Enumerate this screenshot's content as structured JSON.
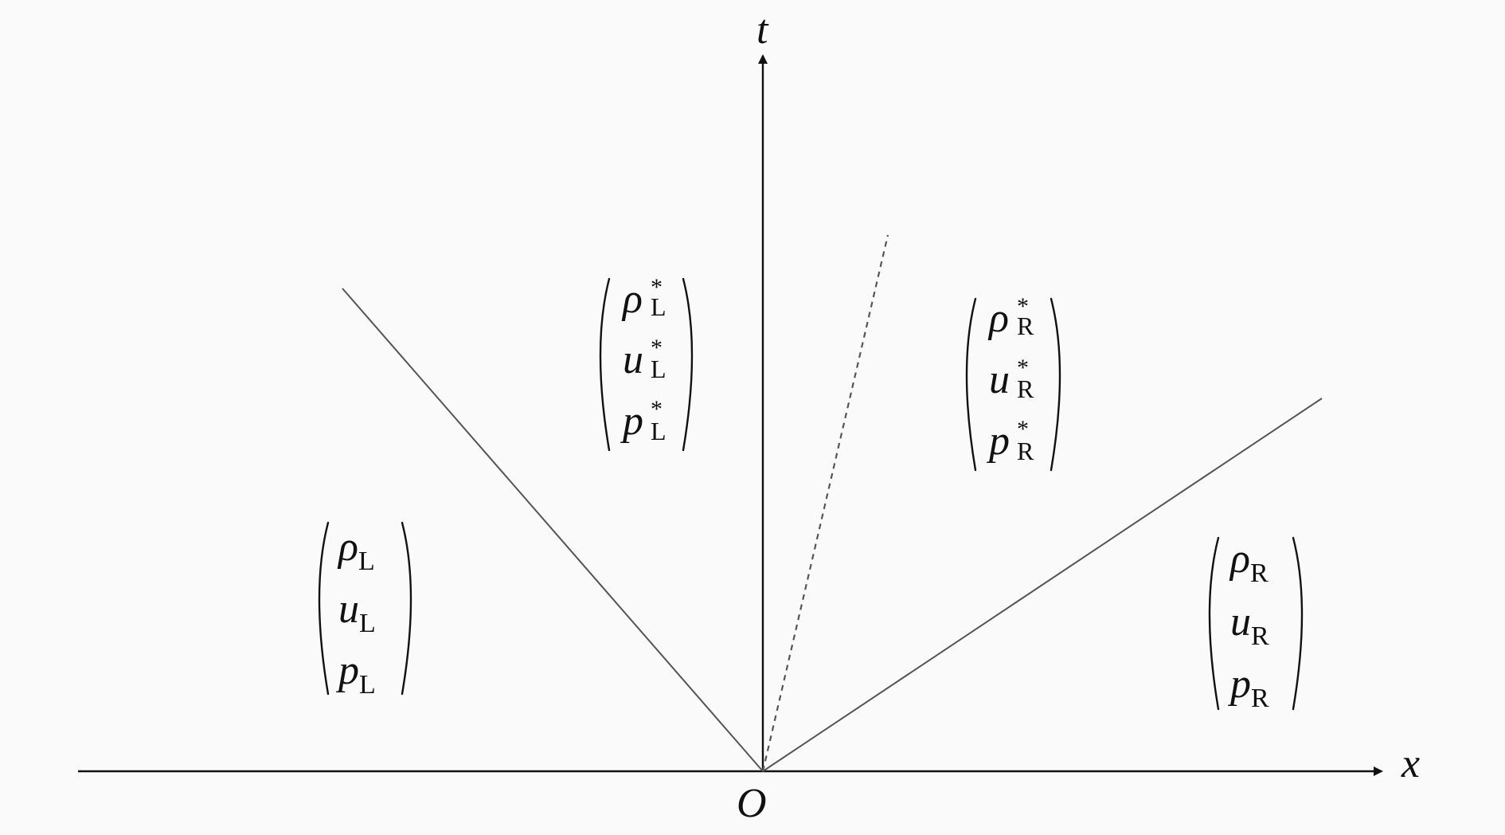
{
  "axes": {
    "x_label": "x",
    "t_label": "t",
    "origin_label": "O"
  },
  "states": {
    "left": {
      "rho": "ρ",
      "rho_sub": "L",
      "rho_sup": "",
      "u": "u",
      "u_sub": "L",
      "u_sup": "",
      "p": "p",
      "p_sub": "L",
      "p_sup": ""
    },
    "left_star": {
      "rho": "ρ",
      "rho_sub": "L",
      "rho_sup": "*",
      "u": "u",
      "u_sub": "L",
      "u_sup": "*",
      "p": "p",
      "p_sub": "L",
      "p_sup": "*"
    },
    "right_star": {
      "rho": "ρ",
      "rho_sub": "R",
      "rho_sup": "*",
      "u": "u",
      "u_sub": "R",
      "u_sup": "*",
      "p": "p",
      "p_sub": "R",
      "p_sup": "*"
    },
    "right": {
      "rho": "ρ",
      "rho_sub": "R",
      "rho_sup": "",
      "u": "u",
      "u_sub": "R",
      "u_sup": "",
      "p": "p",
      "p_sub": "R",
      "p_sup": ""
    }
  },
  "colors": {
    "axis": "#111111",
    "wave": "#555555",
    "background": "#fafafa"
  }
}
